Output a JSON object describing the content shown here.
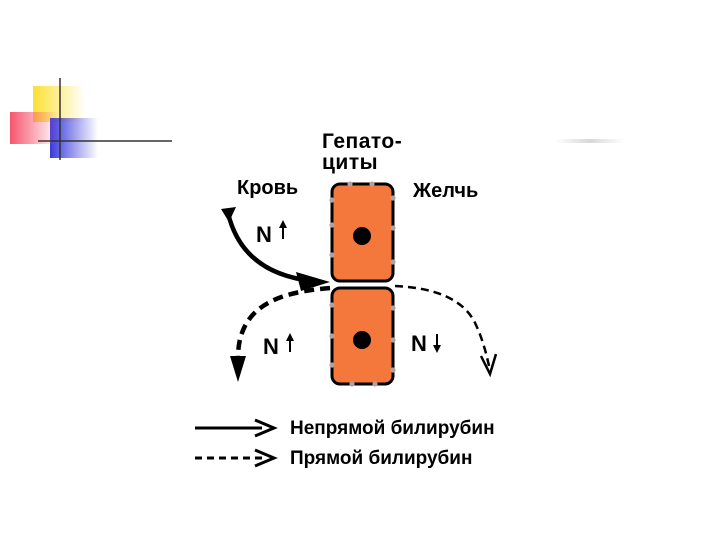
{
  "diagram": {
    "title": "Гепато-\nциты",
    "label_blood": "Кровь",
    "label_bile": "Желчь",
    "n_marks": [
      "N",
      "N",
      "N"
    ],
    "legend": [
      {
        "label": "Непрямой билирубин",
        "line_style": "solid"
      },
      {
        "label": "Прямой билирубин",
        "line_style": "dashed"
      }
    ]
  },
  "colors": {
    "cell_fill": "#f4783c",
    "cell_border": "#000000",
    "cell_dots": "#b4a0a0",
    "deco_yellow": "#fde034",
    "deco_blue": "#3b3bdc",
    "deco_pink": "#f6556e"
  }
}
